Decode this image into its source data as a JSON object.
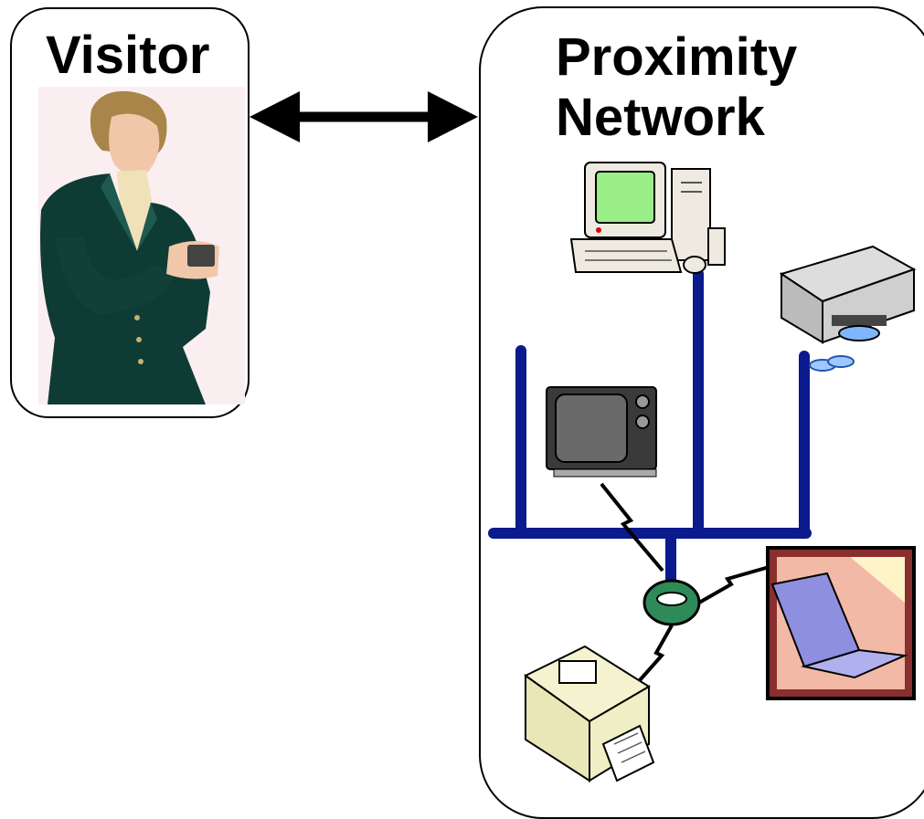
{
  "visitor": {
    "title": "Visitor",
    "illustration": "person-with-handheld-device-icon"
  },
  "proximity_network": {
    "title_line1": "Proximity",
    "title_line2": "Network",
    "devices": [
      "desktop-computer-icon",
      "media-player-icon",
      "television-icon",
      "laptop-icon",
      "printer-icon",
      "wireless-access-point-icon"
    ]
  },
  "colors": {
    "network_bus": "#0b1a8c",
    "access_point": "#2e8b57",
    "arrow": "#000000",
    "border": "#000000"
  }
}
